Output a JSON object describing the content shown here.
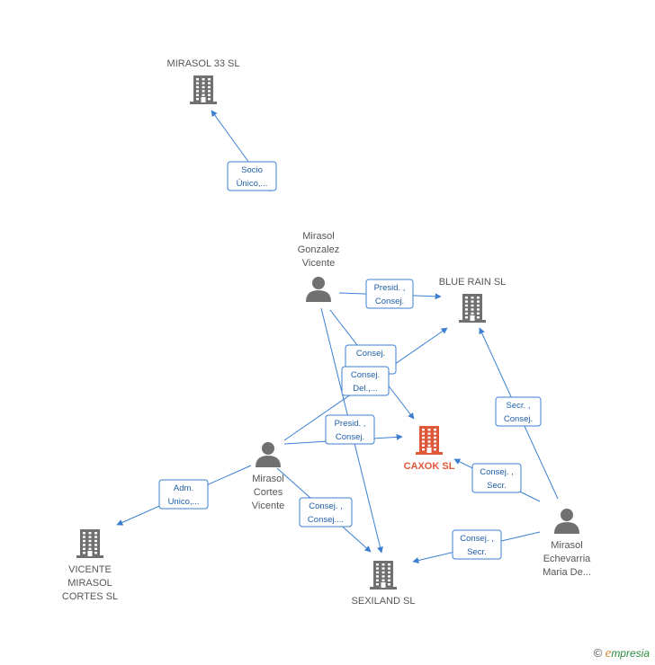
{
  "colors": {
    "edge": "#3b7fd1",
    "building": "#707070",
    "focus": "#e0583a",
    "person": "#707070"
  },
  "nodes": [
    {
      "id": "mirasol33",
      "kind": "company",
      "icon": "building-icon",
      "label_lines": [
        "MIRASOL 33 SL"
      ],
      "label_pos": "above"
    },
    {
      "id": "bluerain",
      "kind": "company",
      "icon": "building-icon",
      "label_lines": [
        "BLUE RAIN SL"
      ],
      "label_pos": "above"
    },
    {
      "id": "caxok",
      "kind": "company",
      "icon": "building-icon",
      "focus": true,
      "label_lines": [
        "CAXOK SL"
      ],
      "label_pos": "below"
    },
    {
      "id": "vicente_sl",
      "kind": "company",
      "icon": "building-icon",
      "label_lines": [
        "VICENTE",
        "MIRASOL",
        "CORTES  SL"
      ],
      "label_pos": "below"
    },
    {
      "id": "sexiland",
      "kind": "company",
      "icon": "building-icon",
      "label_lines": [
        "SEXILAND SL"
      ],
      "label_pos": "below"
    },
    {
      "id": "gonzalez",
      "kind": "person",
      "icon": "person-icon",
      "label_lines": [
        "Mirasol",
        "Gonzalez",
        "Vicente"
      ],
      "label_pos": "above"
    },
    {
      "id": "cortes",
      "kind": "person",
      "icon": "person-icon",
      "label_lines": [
        "Mirasol",
        "Cortes",
        "Vicente"
      ],
      "label_pos": "below"
    },
    {
      "id": "echevarria",
      "kind": "person",
      "icon": "person-icon",
      "label_lines": [
        "Mirasol",
        "Echevarria",
        "Maria De..."
      ],
      "label_pos": "below"
    }
  ],
  "edges": [
    {
      "from": "gonzalez",
      "to": "mirasol33",
      "label_lines": [
        "Socio",
        "Único,..."
      ]
    },
    {
      "from": "gonzalez",
      "to": "bluerain",
      "label_lines": [
        "Presid. ,",
        "Consej."
      ]
    },
    {
      "from": "gonzalez",
      "to": "caxok",
      "label_lines": [
        "Consej.",
        ""
      ]
    },
    {
      "from": "gonzalez",
      "to": "sexiland",
      "label_lines": []
    },
    {
      "from": "cortes",
      "to": "bluerain",
      "label_lines": [
        "Consej.",
        "Del.,..."
      ]
    },
    {
      "from": "cortes",
      "to": "caxok",
      "label_lines": [
        "Presid. ,",
        "Consej."
      ]
    },
    {
      "from": "cortes",
      "to": "vicente_sl",
      "label_lines": [
        "Adm.",
        "Unico,..."
      ]
    },
    {
      "from": "cortes",
      "to": "sexiland",
      "label_lines": [
        "Consej. ,",
        "Consej...."
      ]
    },
    {
      "from": "echevarria",
      "to": "bluerain",
      "label_lines": [
        "Secr. ,",
        "Consej."
      ]
    },
    {
      "from": "echevarria",
      "to": "caxok",
      "label_lines": [
        "Consej. ,",
        "Secr."
      ]
    },
    {
      "from": "echevarria",
      "to": "sexiland",
      "label_lines": [
        "Consej. ,",
        "Secr."
      ]
    }
  ],
  "footer": {
    "copyright_symbol": "©",
    "brand_initial": "e",
    "brand_rest": "mpresia"
  }
}
